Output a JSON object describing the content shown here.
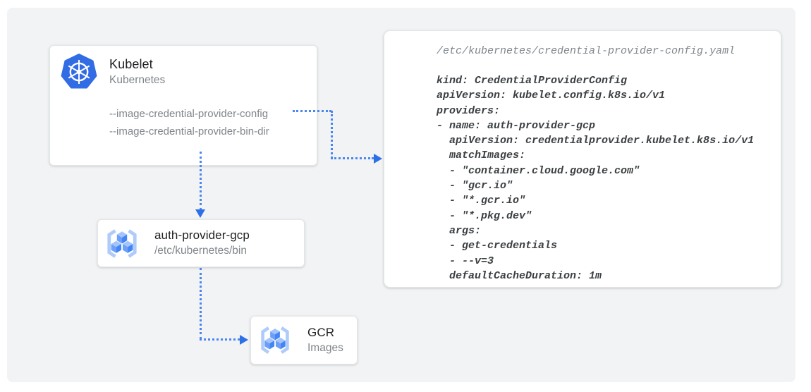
{
  "diagram": {
    "nodes": {
      "kubelet": {
        "title": "Kubelet",
        "subtitle": "Kubernetes",
        "icon": "kubernetes-icon",
        "flags": [
          "--image-credential-provider-config",
          "--image-credential-provider-bin-dir"
        ]
      },
      "auth_provider": {
        "title": "auth-provider-gcp",
        "subtitle": "/etc/kubernetes/bin",
        "icon": "gcr-icon"
      },
      "gcr": {
        "title": "GCR",
        "subtitle": "Images",
        "icon": "gcr-icon"
      }
    },
    "edges": [
      {
        "from": "kubelet --image-credential-provider-config flag",
        "to": "credential-provider-config file panel",
        "style": "dotted-arrow"
      },
      {
        "from": "kubelet",
        "to": "auth-provider-gcp",
        "style": "dotted-arrow"
      },
      {
        "from": "auth-provider-gcp",
        "to": "gcr",
        "style": "dotted-arrow"
      }
    ]
  },
  "code_panel": {
    "path": "/etc/kubernetes/credential-provider-config.yaml",
    "lines": [
      "kind: CredentialProviderConfig",
      "apiVersion: kubelet.config.k8s.io/v1",
      "providers:",
      "- name: auth-provider-gcp",
      "  apiVersion: credentialprovider.kubelet.k8s.io/v1",
      "  matchImages:",
      "  - \"container.cloud.google.com\"",
      "  - \"gcr.io\"",
      "  - \"*.gcr.io\"",
      "  - \"*.pkg.dev\"",
      "  args:",
      "  - get-credentials",
      "  - --v=3",
      "  defaultCacheDuration: 1m"
    ]
  },
  "colors": {
    "panel_bg": "#f1f3f4",
    "arrow_dots": "#4a85f0",
    "arrow_head": "#2c70e8",
    "kubernetes_blue": "#326ce5",
    "gcp_blue": "#4285f4",
    "title_text": "#212124",
    "muted_text": "#80868b",
    "code_text": "#3c4043"
  }
}
